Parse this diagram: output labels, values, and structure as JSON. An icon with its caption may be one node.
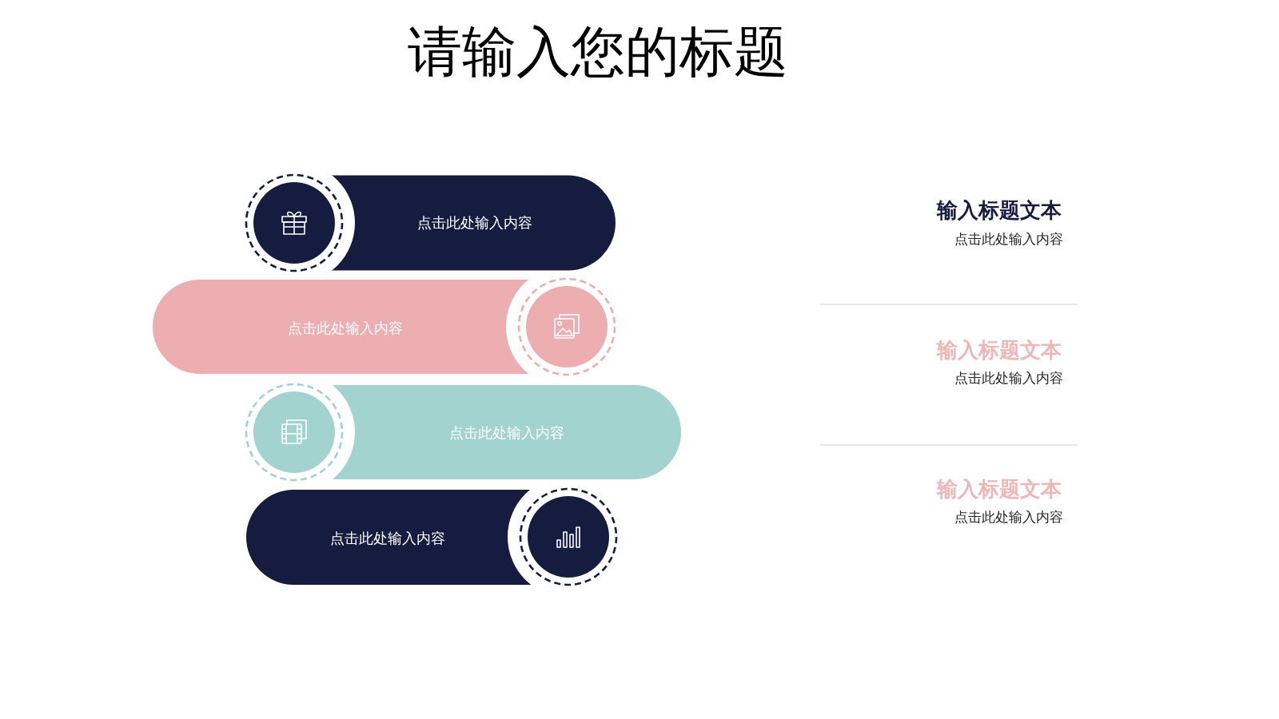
{
  "diagram": {
    "title": "请输入您的标题",
    "nodes": [
      {
        "text": [
          "点击此处输入内容"
        ]
      },
      {
        "text": [
          "点击此处输入内容"
        ]
      },
      {
        "text": [
          "点击此处输入内容"
        ]
      },
      {
        "text": [
          "点击此处输入内容"
        ]
      }
    ],
    "labels": [
      "输入标题文本",
      "点击此处输入内容",
      "输入标题文本",
      "点击此处输入内容",
      "输入标题文本",
      "点击此处输入内容"
    ]
  }
}
